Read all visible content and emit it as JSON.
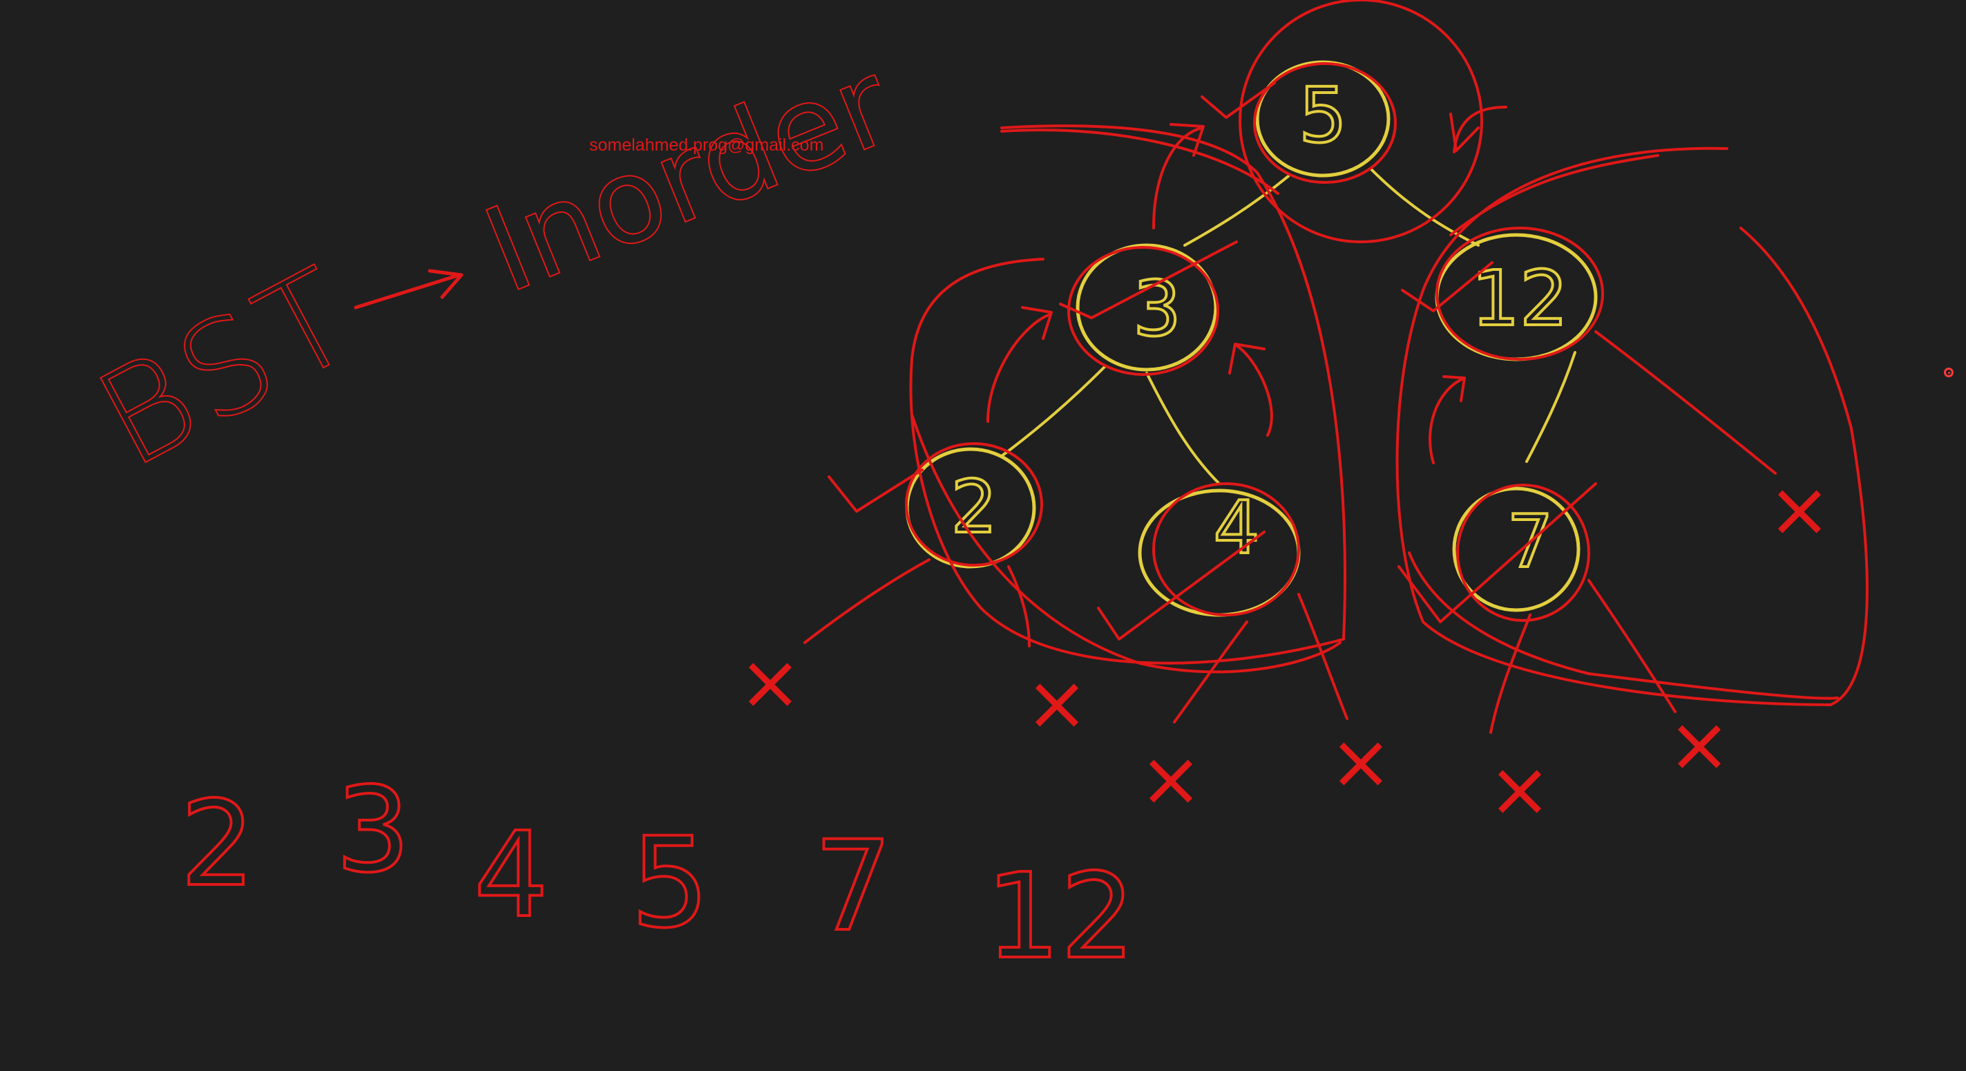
{
  "canvas": {
    "background": "#1f1f1f",
    "ink_red": "#e01818",
    "ink_yellow": "#e3cf3f"
  },
  "watermark": "somelahmed.prog@gmail.com",
  "heading": {
    "left": "BST",
    "arrow": "→",
    "right": "Inorder"
  },
  "tree": {
    "root": "5",
    "left": "3",
    "left_left": "2",
    "left_right": "4",
    "right": "12",
    "right_left": "7",
    "null_marker": "×",
    "visited_marker": "✓"
  },
  "inorder_result": [
    "2",
    "3",
    "4",
    "5",
    "7",
    "12"
  ],
  "cursor_icon": "record-dot-icon"
}
